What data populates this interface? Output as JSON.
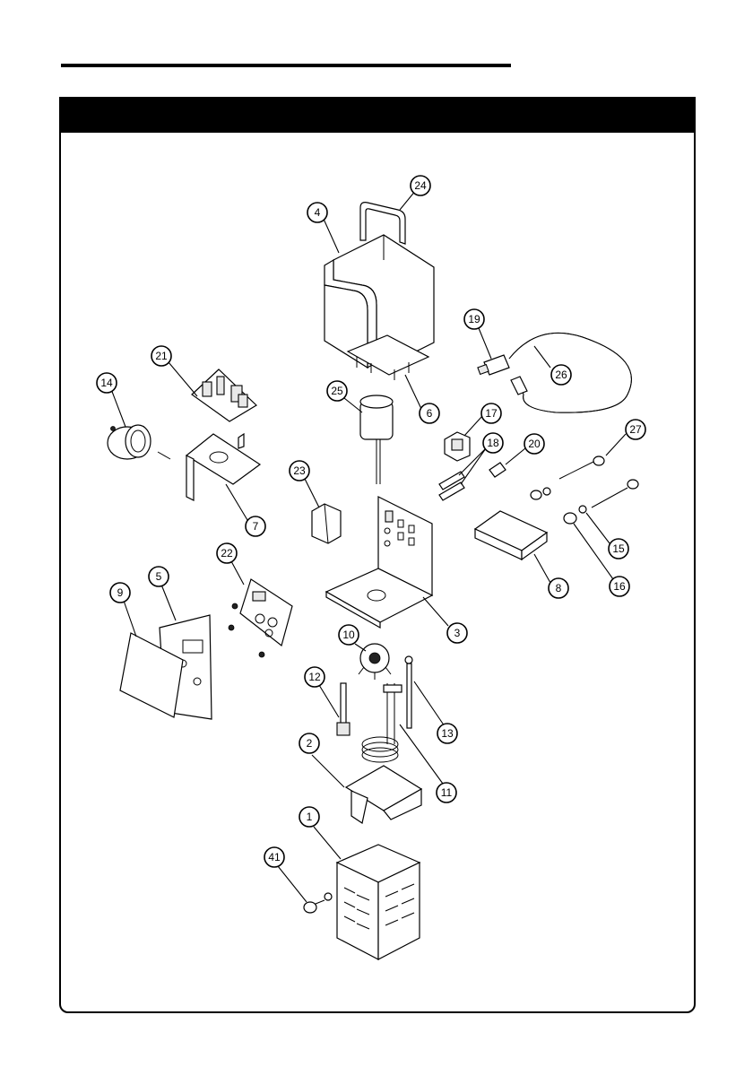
{
  "header": {
    "title": ""
  },
  "callouts": [
    {
      "label": "24"
    },
    {
      "label": "4"
    },
    {
      "label": "19"
    },
    {
      "label": "26"
    },
    {
      "label": "21"
    },
    {
      "label": "14"
    },
    {
      "label": "25"
    },
    {
      "label": "6"
    },
    {
      "label": "17"
    },
    {
      "label": "18"
    },
    {
      "label": "20"
    },
    {
      "label": "27"
    },
    {
      "label": "23"
    },
    {
      "label": "7"
    },
    {
      "label": "15"
    },
    {
      "label": "8"
    },
    {
      "label": "16"
    },
    {
      "label": "22"
    },
    {
      "label": "5"
    },
    {
      "label": "9"
    },
    {
      "label": "3"
    },
    {
      "label": "10"
    },
    {
      "label": "12"
    },
    {
      "label": "13"
    },
    {
      "label": "2"
    },
    {
      "label": "11"
    },
    {
      "label": "1"
    },
    {
      "label": "41"
    }
  ]
}
